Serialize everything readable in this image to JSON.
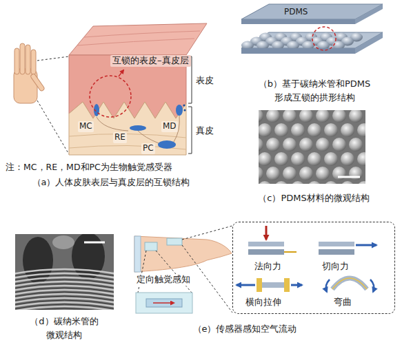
{
  "diagram": {
    "nodes": [
      {
        "text": [
          "法向力",
          "切向力",
          "横向拉伸",
          "弯曲"
        ]
      }
    ],
    "labels": [
      "互锁的表皮–真皮层",
      "表皮",
      "真皮",
      "MC",
      "MD",
      "RE",
      "PC",
      "注：MC，RE，MD和PC为生物触觉感受器",
      "（a）人体皮肤表层与真皮层的互锁结构",
      "PDMS",
      "（b）基于碳纳米管和PDMS 形成互锁的拱形结构",
      "（c）PDMS材料的微观结构",
      "（d）碳纳米管的 微观结构",
      "定向触觉感知",
      "（e）传感器感知空气流动"
    ]
  }
}
